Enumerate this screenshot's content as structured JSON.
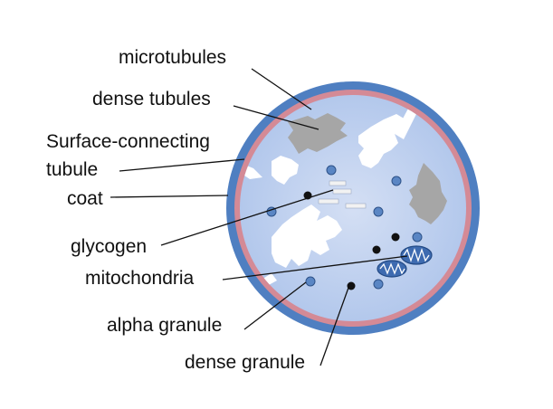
{
  "labels": {
    "microtubules": "microtubules",
    "dense_tubules": "dense tubules",
    "surface_connecting_line1": "Surface-connecting",
    "surface_connecting_line2": "tubule",
    "coat": "coat",
    "glycogen": "glycogen",
    "mitochondria": "mitochondria",
    "alpha_granule": "alpha granule",
    "dense_granule": "dense granule"
  },
  "colors": {
    "outer_ring": "#4f7fc1",
    "inner_ring": "#d48a96",
    "cytoplasm": "#c9d7f1",
    "cytoplasm_edge": "#a9c0ea",
    "dense_tubules": "#a6a6a6",
    "canalicular_system": "#ffffff",
    "alpha_granule": "#5a86c4",
    "dense_granule": "#111111",
    "mitochondria": "#3e6bb0",
    "leader_line": "#111111"
  }
}
